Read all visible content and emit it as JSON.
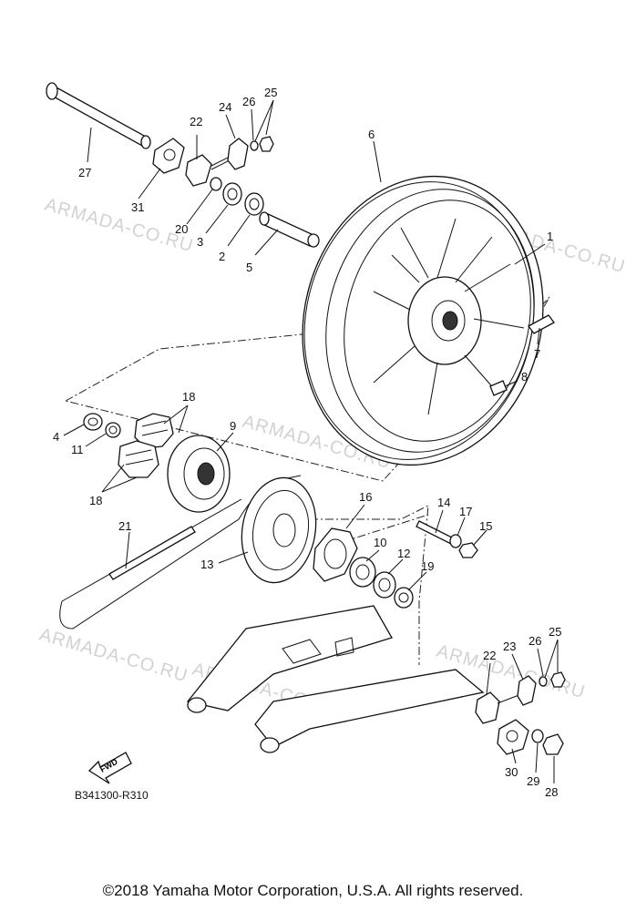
{
  "diagram": {
    "reference_code": "B341300-R310",
    "fwd_label": "FWD",
    "watermarks": [
      "ARMADA-CO.RU",
      "ARMADA-CO.RU",
      "ARMADA-CO.RU",
      "ARMADA-CO.RU",
      "ARMADA-CO.RU",
      "ARMADA-CO.RU"
    ],
    "callouts": [
      "1",
      "2",
      "3",
      "4",
      "5",
      "6",
      "7",
      "8",
      "9",
      "10",
      "11",
      "12",
      "13",
      "14",
      "15",
      "16",
      "17",
      "18",
      "18",
      "19",
      "20",
      "21",
      "22",
      "22",
      "23",
      "24",
      "25",
      "25",
      "26",
      "26",
      "27",
      "28",
      "29",
      "30",
      "31"
    ]
  },
  "footer": {
    "copyright": "©2018 Yamaha Motor Corporation, U.S.A. All rights reserved."
  }
}
